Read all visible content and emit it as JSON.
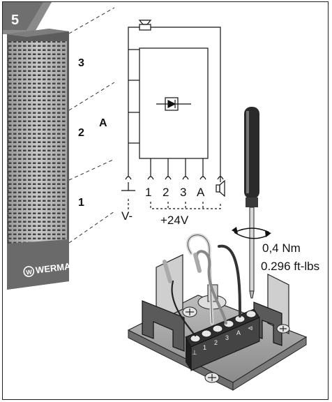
{
  "step_number": "5",
  "module_levels": [
    "3",
    "2",
    "1"
  ],
  "section_label": "A",
  "terminal_labels": [
    "1",
    "2",
    "3",
    "A"
  ],
  "ground_label": "V-",
  "supply_label": "+24V",
  "torque": {
    "nm": "0,4 Nm",
    "ftlbs": "0.296 ft-lbs"
  },
  "brand": "WERMA",
  "base_terminal_labels": [
    "⊥",
    "1",
    "2",
    "3",
    "A",
    "⊲"
  ]
}
